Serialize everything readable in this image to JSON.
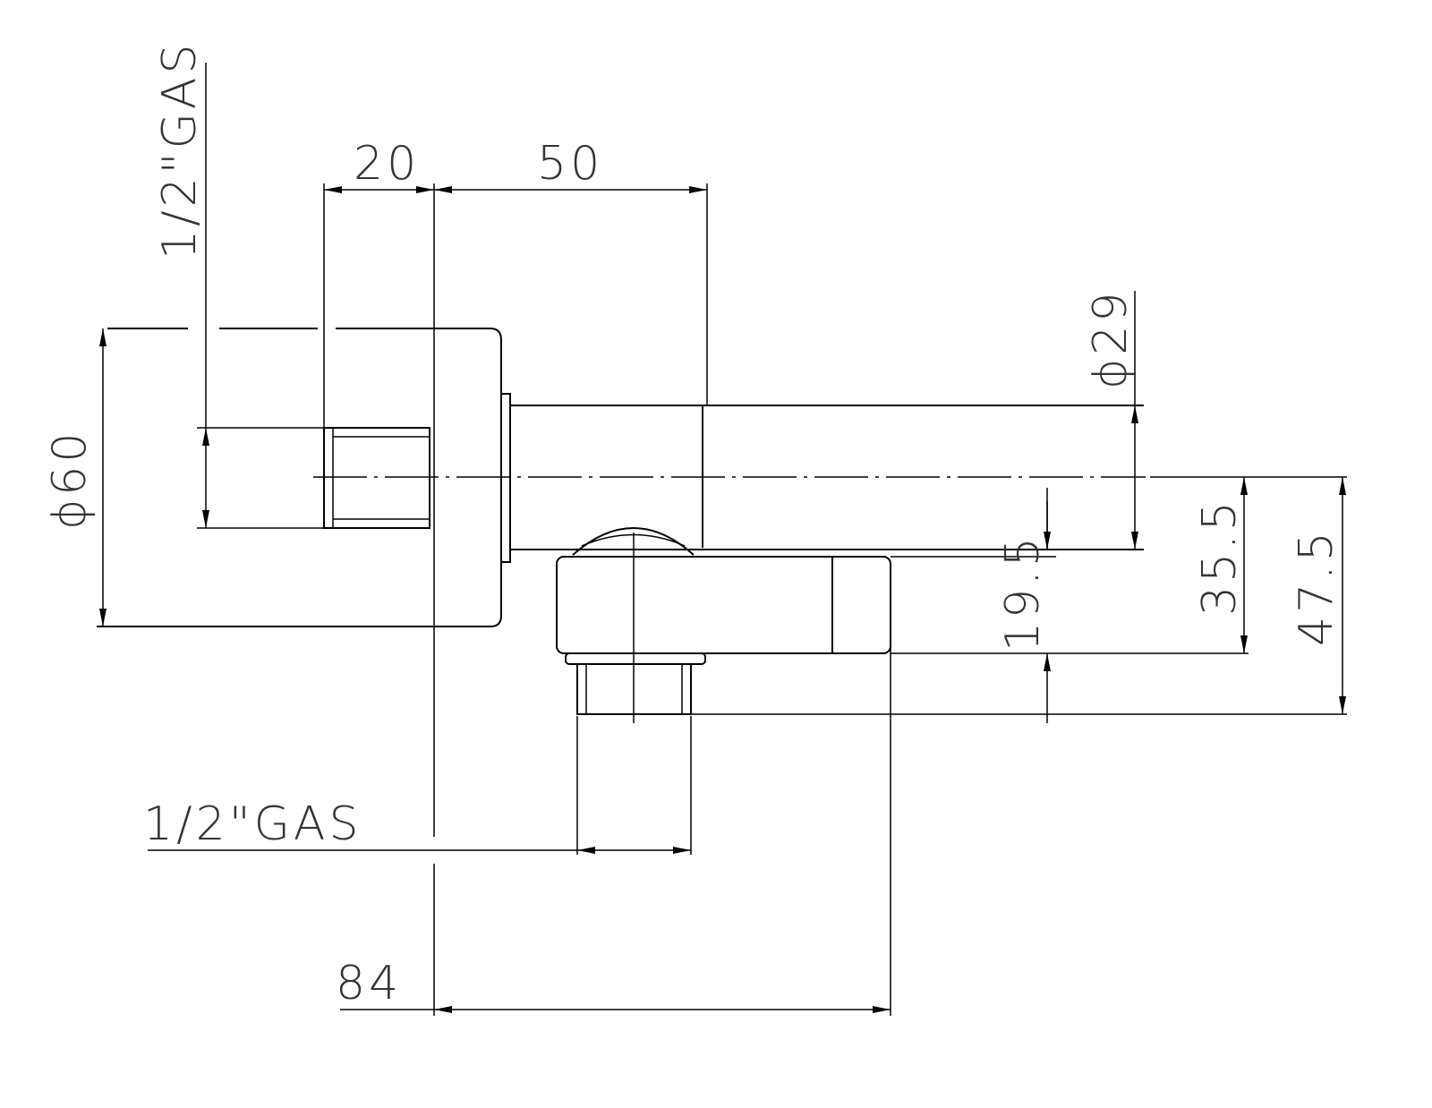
{
  "drawing": {
    "labels": {
      "thread_top": "1/2\"GAS",
      "dim_20": "20",
      "dim_50": "50",
      "dia_60": "ϕ60",
      "dia_29": "ϕ29",
      "dim_19_5": "19.5",
      "dim_35_5": "35.5",
      "dim_47_5": "47.5",
      "thread_bottom": "1/2\"GAS",
      "dim_84": "84"
    },
    "colors": {
      "line": "#000000",
      "text": "#333333"
    }
  }
}
